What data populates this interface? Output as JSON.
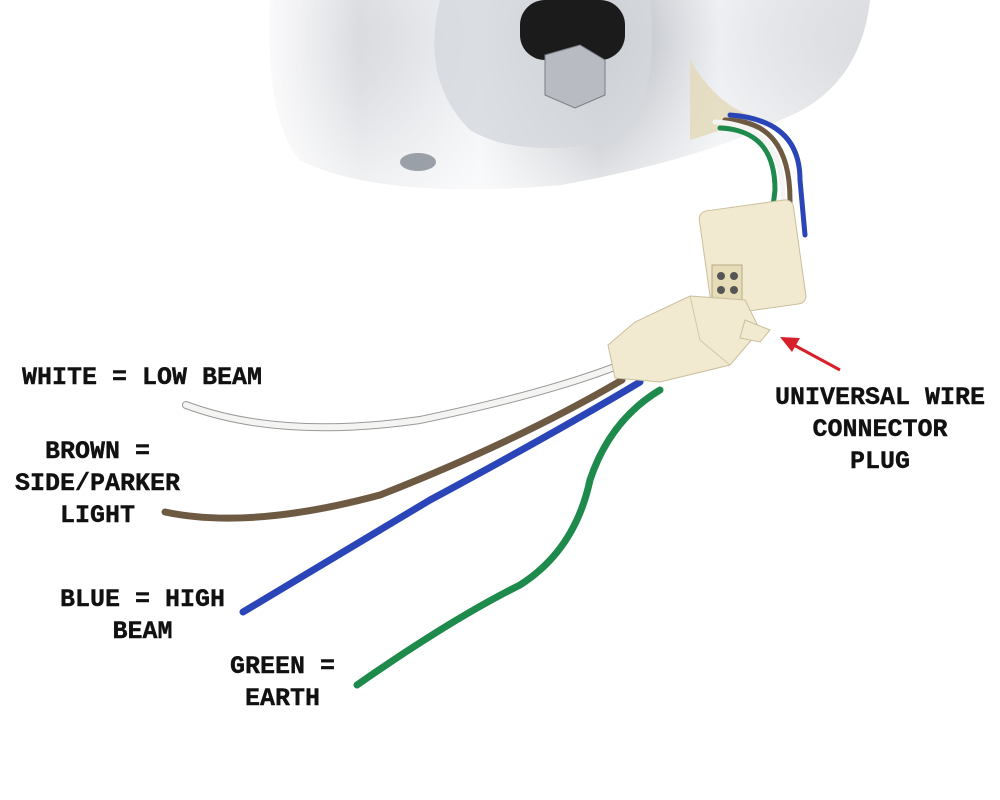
{
  "labels": {
    "white": "WHITE = LOW BEAM",
    "brown": [
      "BROWN =",
      "SIDE/PARKER",
      "LIGHT"
    ],
    "blue": [
      "BLUE = HIGH",
      "BEAM"
    ],
    "green": [
      "GREEN =",
      "EARTH"
    ],
    "connector": [
      "UNIVERSAL WIRE",
      "CONNECTOR",
      "PLUG"
    ]
  },
  "colors": {
    "white_wire": "#f4f4f2",
    "brown_wire": "#6e5a43",
    "blue_wire": "#2a45b8",
    "green_wire": "#1e8a4c",
    "connector": "#f2ead0",
    "arrow": "#d8202a"
  }
}
